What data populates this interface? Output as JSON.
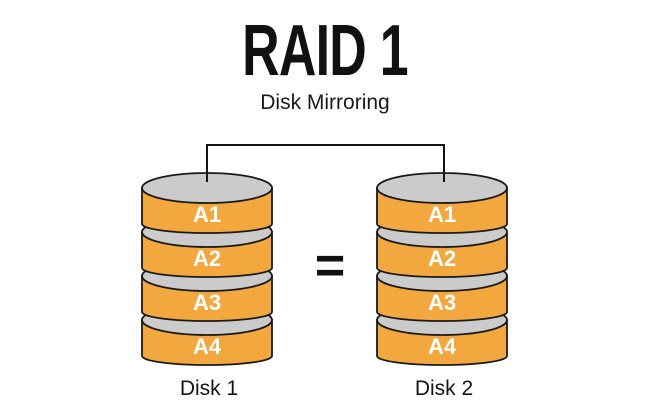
{
  "title": "RAID 1",
  "subtitle": "Disk Mirroring",
  "equals_sign": "=",
  "disks": [
    {
      "label": "Disk 1",
      "blocks": [
        "A1",
        "A2",
        "A3",
        "A4"
      ]
    },
    {
      "label": "Disk 2",
      "blocks": [
        "A1",
        "A2",
        "A3",
        "A4"
      ]
    }
  ],
  "colors": {
    "disk_body": "#F2A83E",
    "disk_top_face": "#CBCBCB",
    "outline": "#1A1A1A",
    "block_label_text": "#FFFFFF",
    "heading_text": "#111111",
    "background": "#FFFFFF"
  }
}
